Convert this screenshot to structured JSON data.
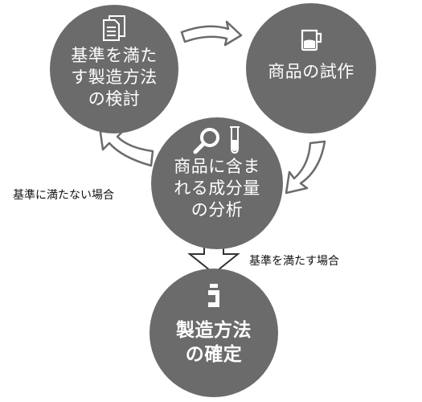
{
  "nodes": {
    "review": {
      "label": "基準を満た\nす製造方法\nの検討",
      "icon": "document-icon"
    },
    "trial": {
      "label": "商品の試作",
      "icon": "beaker-icon"
    },
    "analysis": {
      "label": "商品に含ま\nれる成分量\nの分析",
      "icon": "magnifier-testtube-icon"
    },
    "confirm": {
      "label": "製造方法\nの確定",
      "icon": "bottle-icon"
    }
  },
  "notes": {
    "not_meet": "基準に満たない場合",
    "meet": "基準を満たす場合"
  },
  "colors": {
    "circle": "#6b6b6b",
    "arrow_stroke": "#6b6b6b",
    "arrow_fill": "#ffffff"
  }
}
